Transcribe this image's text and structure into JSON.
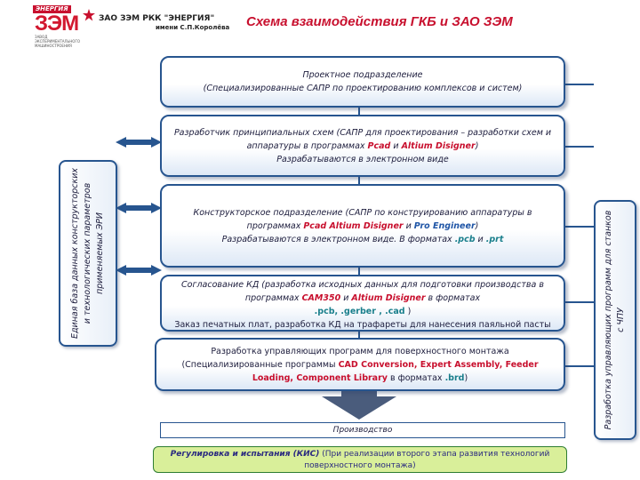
{
  "logo": {
    "tag": "ЭНЕРГИЯ",
    "big_text": "ЗЭМ",
    "small_text": "ЗАВОД ЭКСПЕРИМЕНТАЛЬНОГО МАШИНОСТРОЕНИЯ",
    "line1": "ЗАО ЗЭМ РКК \"ЭНЕРГИЯ\"",
    "line2": "имени С.П.Королёва"
  },
  "title": "Схема взаимодействия ГКБ и ЗАО ЗЭМ",
  "left_db": "Единая база данных конструкторских и технологических параметров применяемых ЭРИ",
  "right_side": "Разработка управляющих программ для станков с ЧПУ",
  "boxes": {
    "project": {
      "line1": "Проектное подразделение",
      "line2": "(Специализированные  САПР по проектированию комплексов и систем)"
    },
    "schematic": {
      "t1": "Разработчик принципиальных схем (САПР для проектирования – разработки схем и аппаратуры в программах ",
      "pcad": "Pcad",
      "and1": " и ",
      "altium": "Altium Disigner",
      "t2": ")",
      "line2": "Разрабатываются в электронном виде"
    },
    "design": {
      "t1": "Конструкторское подразделение (САПР по конструированию аппаратуры в программах ",
      "pcad": "Pcad  Altium Disigner",
      "and1": " и ",
      "pro": "Pro Engineer",
      "t2": ")",
      "t3": "Разрабатываются в электронном виде. В форматах ",
      "pcb": ".pcb",
      "and2": " и ",
      "prt": ".prt"
    },
    "approval": {
      "t1": "Согласование КД (разработка исходных данных для подготовки производства в программах ",
      "cam": "CAM350",
      "and1": " и ",
      "altium": "Altium Disigner",
      "t2": " в форматах",
      "formats": ".pcb, .gerber , .cad",
      "t3": " )",
      "line3": "Заказ печатных плат, разработка КД на трафареты для нанесения паяльной пасты"
    },
    "programs": {
      "line1": "Разработка управляющих программ для поверхностного монтажа",
      "t1": "(Специализированные программы ",
      "apps": "CAD Conversion, Expert Assembly, Feeder Loading, Component Library",
      "t2": " в форматах ",
      "brd": ".brd",
      "t3": ")"
    }
  },
  "production": "Производство",
  "kis": {
    "bold": "Регулировка и испытания (КИС)",
    "rest": " (При реализации второго этапа развития технологий поверхностного монтажа)"
  },
  "colors": {
    "title_red": "#c8102e",
    "box_border": "#27558f",
    "arrow_fill": "#4a5c7c",
    "kis_fill": "#d9ef9a"
  }
}
